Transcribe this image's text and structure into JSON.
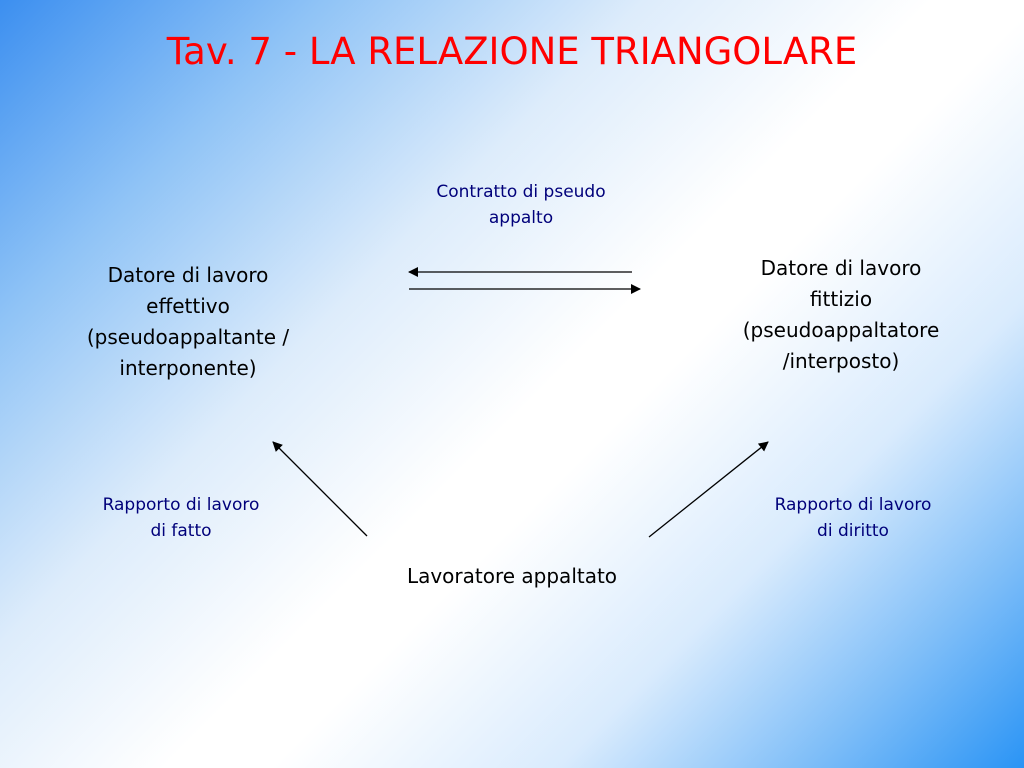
{
  "slide": {
    "title": "Tav. 7 - LA RELAZIONE TRIANGOLARE"
  },
  "nodes": {
    "effective_employer": "Datore di lavoro\neffettivo\n(pseudoappaltante /\ninterponente)",
    "fictitious_employer": "Datore di lavoro\nfittizio\n(pseudoappaltatore\n/interposto)",
    "worker": "Lavoratore appaltato"
  },
  "relations": {
    "contract": "Contratto di pseudo\nappalto",
    "de_facto": "Rapporto di lavoro\ndi fatto",
    "de_jure": "Rapporto di lavoro\ndi diritto"
  },
  "colors": {
    "title": "#ff0000",
    "relation_text": "#00007a",
    "node_text": "#000000",
    "arrow": "#000000"
  }
}
